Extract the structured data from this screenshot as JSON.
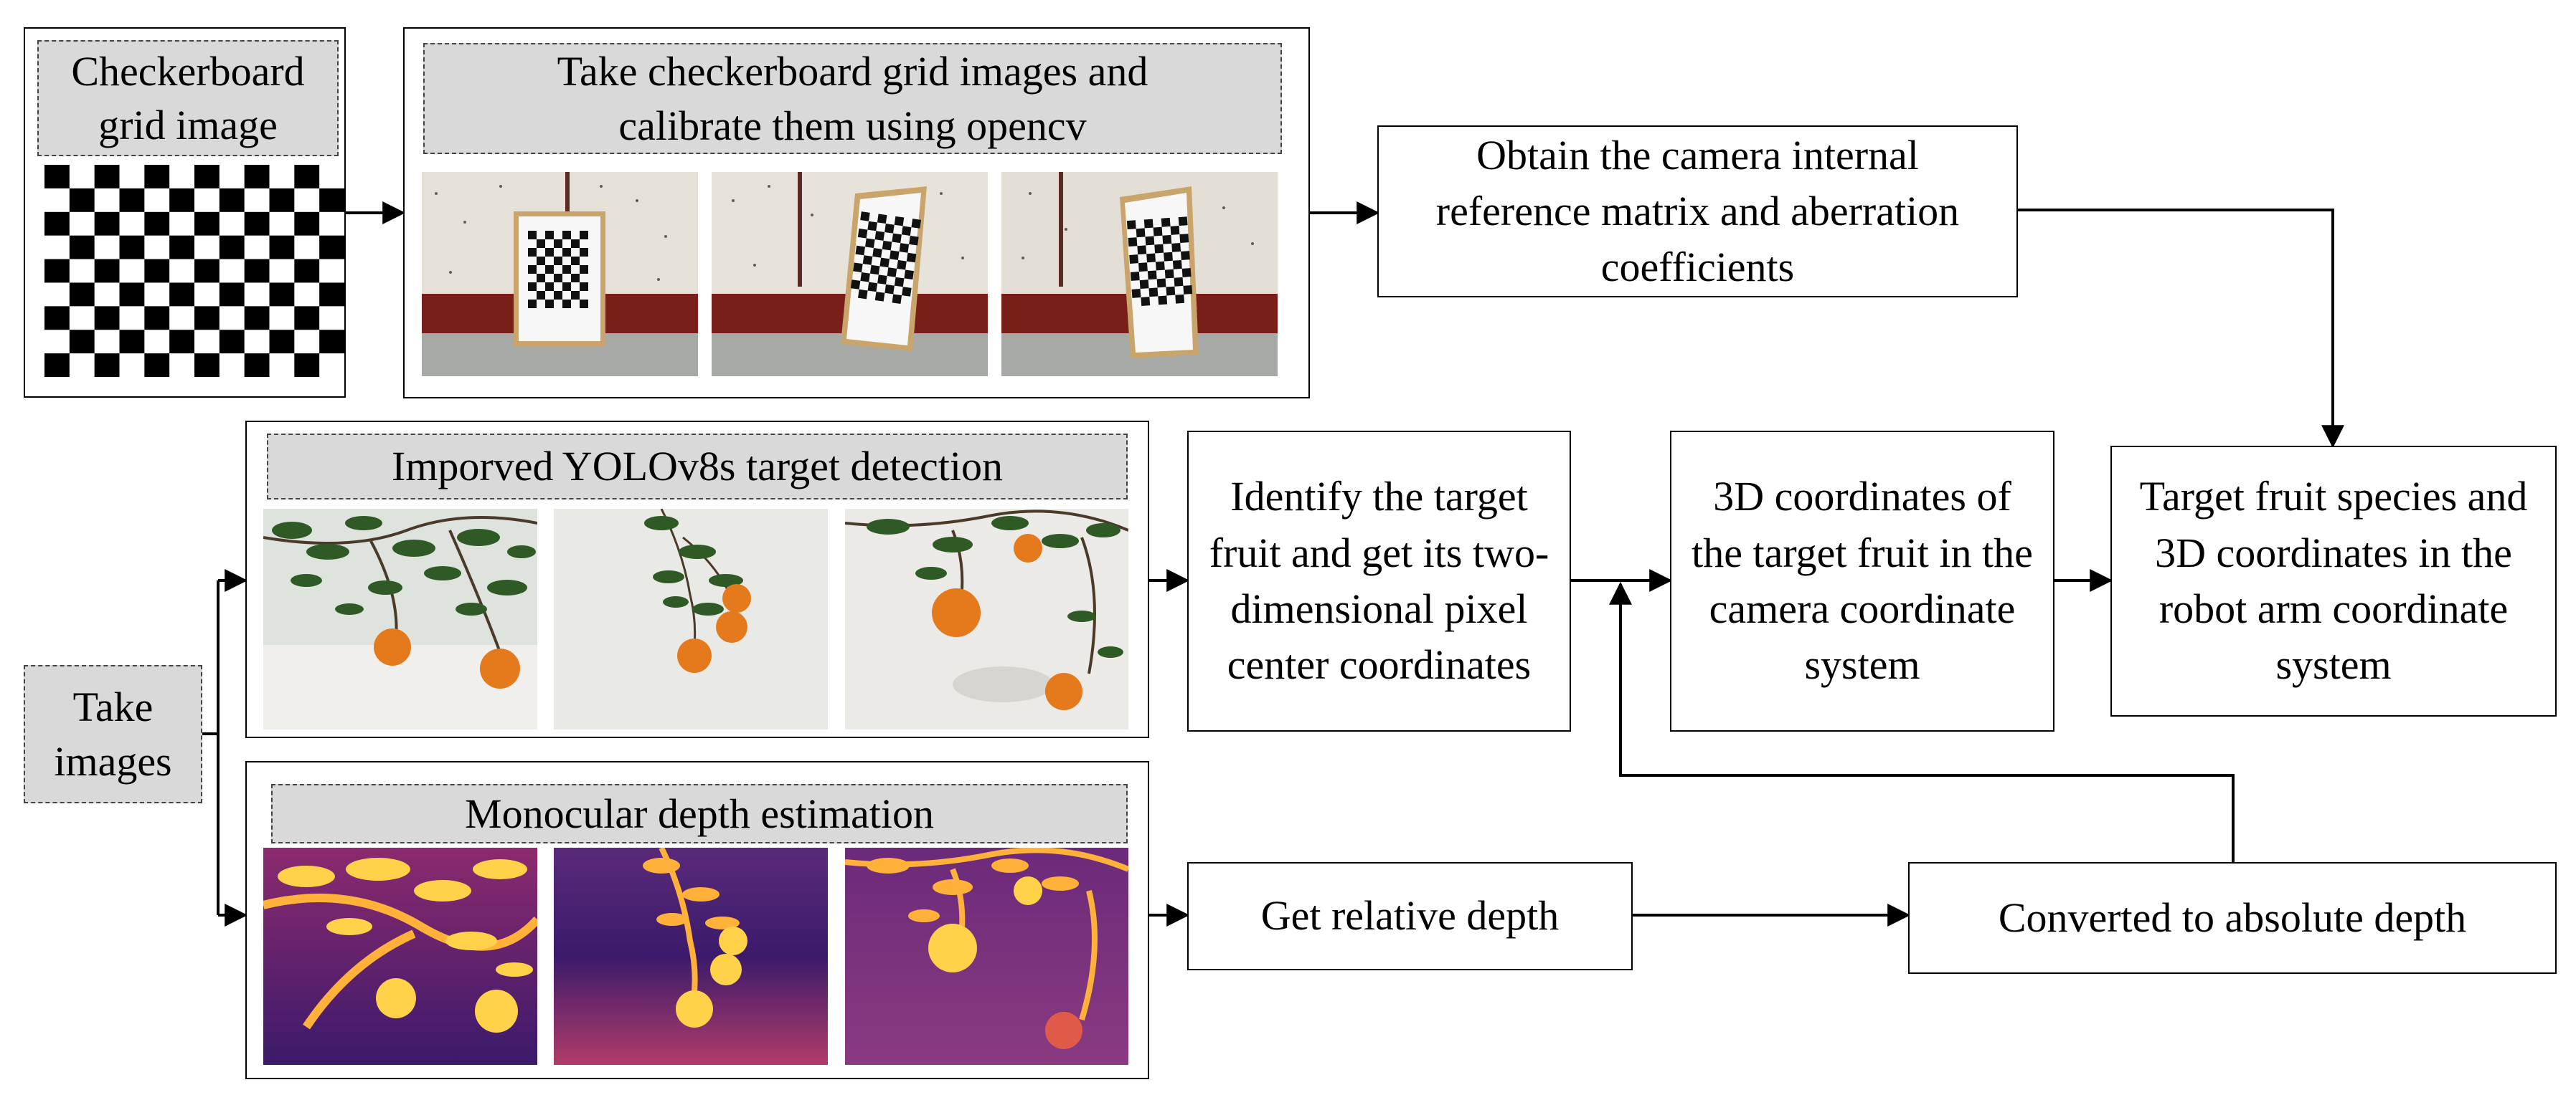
{
  "calibration": {
    "checkerboard_label": "Checkerboard grid image",
    "grid_label": "Take checkerboard grid images and calibrate them using opencv"
  },
  "camera_params": "Obtain the camera internal reference matrix and aberration coefficients",
  "detection": {
    "label": "Imporved YOLOv8s target detection"
  },
  "depth": {
    "label": "Monocular depth estimation"
  },
  "take_images": "Take images",
  "identify_fruit": "Identify the target fruit and get its two-dimensional pixel center coordinates",
  "camera_coords": "3D coordinates of the target fruit in the camera coordinate system",
  "result": "Target fruit species and 3D coordinates in the robot arm coordinate system",
  "relative_depth": "Get relative depth",
  "absolute_depth": "Converted to absolute depth",
  "icons": {
    "checkerboard": "checkerboard-pattern",
    "calibration_photos": "calibration-photo",
    "orange_photos": "orange-tree-photo",
    "depth_maps": "depth-heatmap"
  },
  "colors": {
    "label_fill": "#d9d9d9",
    "wall": "#e6e1d8",
    "brick": "#7a1e1a",
    "orange": "#e47a1c",
    "leaf": "#2f5a26",
    "depth_dark": "#3b1a6b",
    "depth_bright": "#ffd24a"
  }
}
